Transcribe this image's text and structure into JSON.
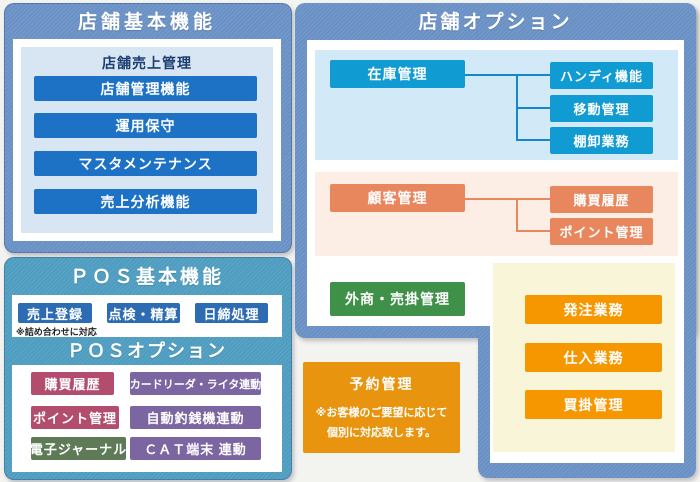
{
  "store_basic": {
    "title": "店舗基本機能",
    "group_title": "店舗売上管理",
    "buttons": [
      "店舗管理機能",
      "運用保守",
      "マスタメンテナンス",
      "売上分析機能"
    ]
  },
  "pos": {
    "basic_title": "ＰＯＳ基本機能",
    "basic_buttons": [
      "売上登録",
      "点検・精算",
      "日締処理"
    ],
    "note": "※詰め合わせに対応",
    "option_title": "ＰＯＳオプション",
    "option_left": [
      "購買履歴",
      "ポイント管理",
      "電子ジャーナル"
    ],
    "option_right": [
      "カードリーダ・ライタ連動",
      "自動釣銭機連動",
      "ＣＡＴ端末 連動"
    ]
  },
  "store_option": {
    "title": "店舗オプション",
    "inventory_parent": "在庫管理",
    "inventory_children": [
      "ハンディ機能",
      "移動管理",
      "棚卸業務"
    ],
    "customer_parent": "顧客管理",
    "customer_children": [
      "購買履歴",
      "ポイント管理"
    ],
    "gaisho": "外商・売掛管理",
    "procurement_buttons": [
      "発注業務",
      "仕入業務",
      "買掛管理"
    ],
    "reservation": {
      "title": "予約管理",
      "note_line1": "※お客様のご要望に応じて",
      "note_line2": "個別に対応致します。"
    }
  },
  "colors": {
    "panel_blue": "#6a91c5",
    "panel_teal": "#4e9dc0",
    "button_royal_blue": "#1e72c6",
    "button_navy_blue": "#2d6cb2",
    "button_crimson": "#b34d6d",
    "button_purple": "#7c66a1",
    "button_olive_green": "#5e7a56",
    "button_bright_blue": "#119bd3",
    "button_salmon": "#e8875e",
    "button_green": "#3f9049",
    "button_orange": "#f79700",
    "reservation_orange": "#e9940f",
    "section_light_blue": "#d2eaf8",
    "section_pink": "#fceee5",
    "section_yellow": "#f8f5d8",
    "title_navy": "#1c3e70"
  }
}
